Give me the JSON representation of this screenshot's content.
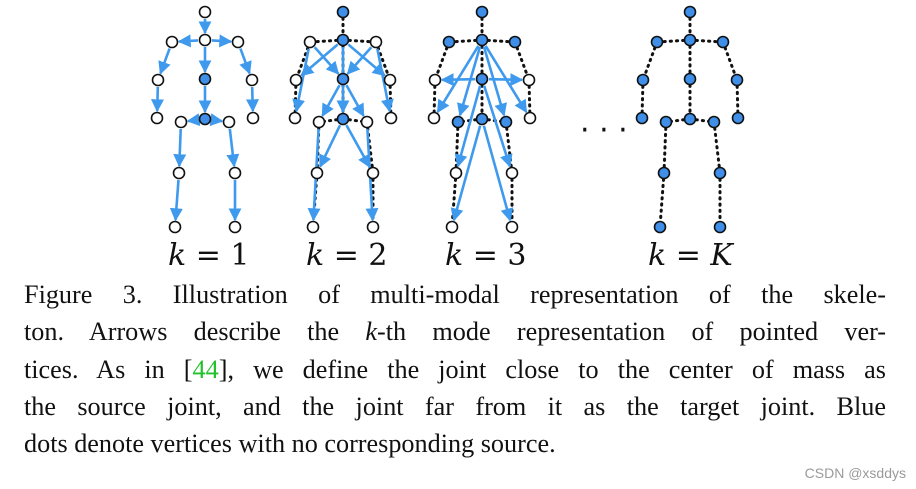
{
  "colors": {
    "arrow": "#3f9aee",
    "node_fill_blue": "#3f8fe8",
    "node_stroke": "#111111",
    "citation": "#22c12c"
  },
  "figure": {
    "panels": [
      {
        "label_k": "k",
        "label_eq": " = ",
        "label_val": "1"
      },
      {
        "label_k": "k",
        "label_eq": " = ",
        "label_val": "2"
      },
      {
        "label_k": "k",
        "label_eq": " = ",
        "label_val": "3"
      },
      {
        "label_k": "k",
        "label_eq": " = ",
        "label_val": "K"
      }
    ],
    "ellipsis": "· · ·"
  },
  "caption": {
    "line1": "Figure 3. Illustration of multi-modal representation of the skele-",
    "line2_a": "ton. Arrows describe the ",
    "line2_k": "k",
    "line2_b": "-th mode representation of pointed ver-",
    "line3_a": "tices. As in [",
    "line3_cite": "44",
    "line3_b": "], we define the joint close to the center of mass as",
    "line4": "the source joint, and the joint far from it as the target joint. Blue",
    "line5": "dots denote vertices with no corresponding source."
  },
  "watermark": "CSDN @xsddys"
}
